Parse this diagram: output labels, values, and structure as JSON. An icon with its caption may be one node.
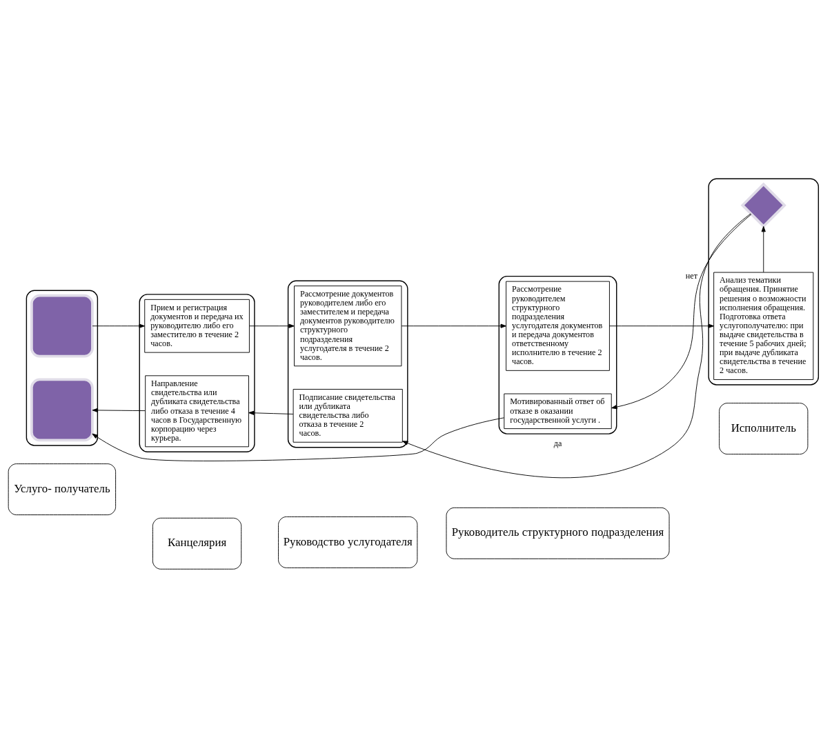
{
  "diagram": {
    "nodes": [
      {
        "text": [
          "Услуго- получатель"
        ]
      },
      {
        "text": [
          "Канцелярия"
        ]
      },
      {
        "text": [
          "Руководство услугодателя"
        ]
      },
      {
        "text": [
          "Руководитель структурного подразделения"
        ]
      },
      {
        "text": [
          "Исполнитель"
        ]
      },
      {
        "text": [],
        "shape": "box"
      },
      {
        "text": [],
        "shape": "box"
      },
      {
        "text": [],
        "shape": "box"
      },
      {
        "text": [],
        "shape": "box"
      },
      {
        "text": [],
        "shape": "box"
      },
      {
        "text": [],
        "shape": "box",
        "in": 5
      },
      {
        "text": [
          "Прием и регистрация документов и передача их руководителю либо его заместителю в течение 2 часов."
        ],
        "in": 6
      },
      {
        "text": [
          "Рассмотрение документов руководителем либо его заместителем и передача документов руководителю структурного подразделения услугодателя в течение 2 часов."
        ],
        "in": 7
      },
      {
        "text": [
          "Рассмотрение руководителем структурного подразделения услугодателя документов и передача документов ответственному исполнителю в течение 2 часов."
        ],
        "in": 8
      },
      {
        "text": [
          "Анализ тематики обращения. Принятие решения о возможности исполнения обращения. Подготовка ответа услугополучателю: при выдаче свидетельства в течение 5 рабочих дней; при выдаче дубликата свидетельства в течение 2 часов."
        ],
        "in": 9
      },
      {
        "text": [
          "Мотивированный ответ об отказе в оказании государственной услуги ."
        ],
        "in": 8
      },
      {
        "text": [],
        "shape": "diamond",
        "in": 9
      },
      {
        "text": [],
        "shape": "box",
        "in": 5
      },
      {
        "text": [
          "Направление свидетельства или дубликата свидетельства либо отказа в течение 4 часов в Государственную корпорацию через курьера."
        ],
        "in": 6
      },
      {
        "text": [
          "Подписание свидетельства или дубликата свидетельства либо отказа в течение 2 часов."
        ],
        "in": 7
      }
    ],
    "edges": [
      {
        "from": 10,
        "to": 11,
        "arrow": "to"
      },
      {
        "from": 11,
        "to": 12,
        "arrow": "to"
      },
      {
        "from": 12,
        "to": 13,
        "arrow": "to"
      },
      {
        "from": 13,
        "to": 14,
        "arrow": "to"
      },
      {
        "from": 14,
        "to": 16,
        "arrow": "to"
      },
      {
        "from": 16,
        "to": 15,
        "arrow": "to",
        "label": "нет"
      },
      {
        "from": 16,
        "to": 19,
        "arrow": "to",
        "label": "да"
      },
      {
        "from": 19,
        "to": 18,
        "arrow": "to"
      },
      {
        "from": 18,
        "to": 17,
        "arrow": "to"
      },
      {
        "from": 15,
        "to": 17,
        "arrow": "to"
      }
    ]
  }
}
